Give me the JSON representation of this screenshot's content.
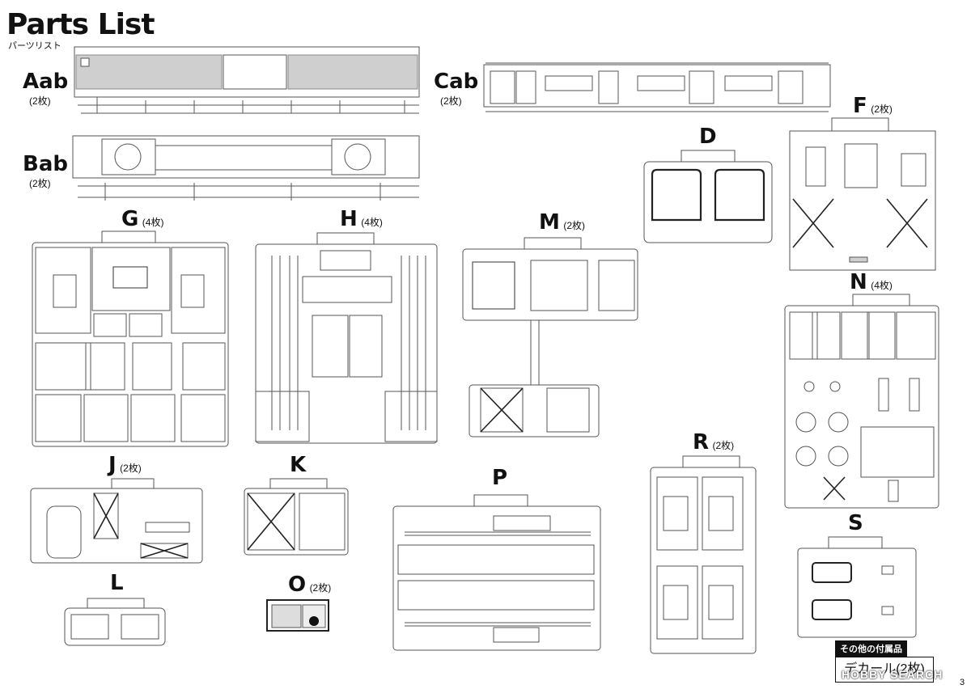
{
  "header": {
    "title": "Parts List",
    "subtitle": "パーツリスト"
  },
  "sprues": [
    {
      "id": "Aab",
      "qty": "(2枚)"
    },
    {
      "id": "Bab",
      "qty": "(2枚)"
    },
    {
      "id": "Cab",
      "qty": "(2枚)"
    },
    {
      "id": "D",
      "qty": ""
    },
    {
      "id": "F",
      "qty": "(2枚)"
    },
    {
      "id": "G",
      "qty": "(4枚)"
    },
    {
      "id": "H",
      "qty": "(4枚)"
    },
    {
      "id": "M",
      "qty": "(2枚)"
    },
    {
      "id": "N",
      "qty": "(4枚)"
    },
    {
      "id": "J",
      "qty": "(2枚)"
    },
    {
      "id": "K",
      "qty": ""
    },
    {
      "id": "P",
      "qty": ""
    },
    {
      "id": "R",
      "qty": "(2枚)"
    },
    {
      "id": "S",
      "qty": ""
    },
    {
      "id": "L",
      "qty": ""
    },
    {
      "id": "O",
      "qty": "(2枚)"
    }
  ],
  "footer": {
    "accessories_label": "その他の付属品",
    "decal_label": "デカール(2枚)",
    "watermark": "HOBBY SEARCH",
    "page_number": "3"
  }
}
